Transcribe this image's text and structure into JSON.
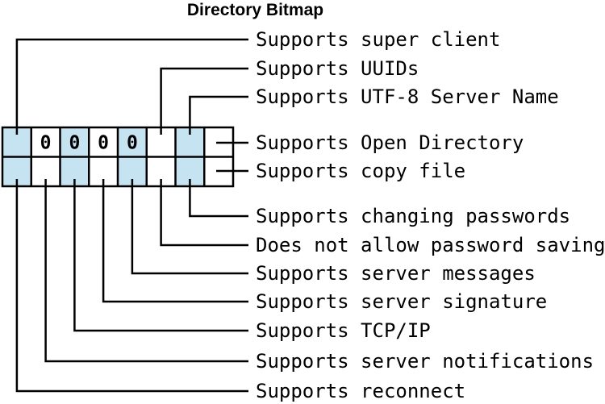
{
  "title": "Directory Bitmap",
  "bitmap": {
    "columns": 8,
    "rows": 2,
    "shaded_columns": [
      0,
      2,
      4,
      6
    ],
    "cell_fill": "#c5e3f1",
    "line_color": "#000000",
    "row1_values": [
      "",
      "0",
      "0",
      "0",
      "0",
      "",
      "",
      ""
    ],
    "row2_values": [
      "",
      "",
      "",
      "",
      "",
      "",
      "",
      ""
    ]
  },
  "labels": {
    "super_client": "Supports super client",
    "uuids": "Supports UUIDs",
    "utf8_server_name": "Supports UTF-8 Server Name",
    "open_directory": "Supports Open Directory",
    "copy_file": "Supports copy file",
    "changing_passwords": "Supports changing passwords",
    "password_saving": "Does not allow password saving",
    "server_messages": "Supports server messages",
    "server_signature": "Supports server signature",
    "tcp_ip": "Supports TCP/IP",
    "server_notifications": "Supports server notifications",
    "reconnect": "Supports reconnect"
  }
}
